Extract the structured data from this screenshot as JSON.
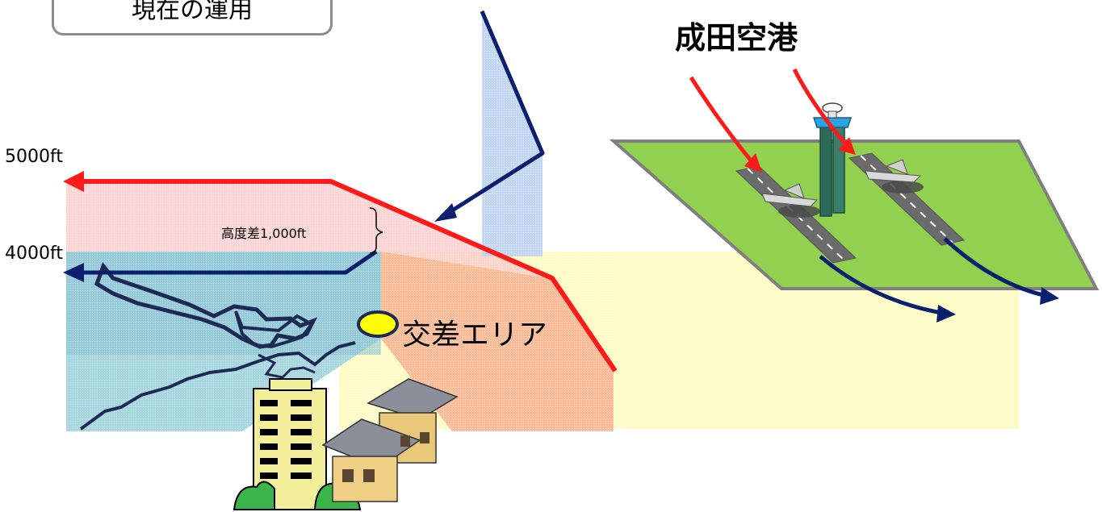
{
  "scenario_label": "現在の運用",
  "airport_name": "成田空港",
  "altitude_high": "5000ft",
  "altitude_low": "4000ft",
  "altitude_difference": "高度差1,000ft",
  "crossing_area_label": "交差エリア",
  "colors": {
    "arrival_route": "#ff1a1a",
    "departure_route": "#0c1f6e",
    "crossing_marker": "#ffff00",
    "ground": "#92d050",
    "sea": "#a9d7df",
    "land": "#fdfcc9",
    "overlap_zone": "#f8b890",
    "departure_airspace": "#bcd4ee"
  }
}
